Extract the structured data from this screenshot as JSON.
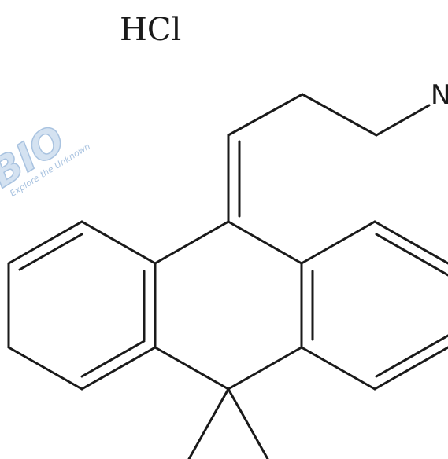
{
  "labels": {
    "salt": "HCl",
    "nitrogen": "N"
  },
  "watermark": {
    "logo": "BIO",
    "tagline": "Explore the Unknown"
  },
  "colors": {
    "ink": "#1a1a1a",
    "watermark_fill": "#d4e2f1",
    "watermark_stroke": "#a9c3e0",
    "background": "#ffffff"
  }
}
